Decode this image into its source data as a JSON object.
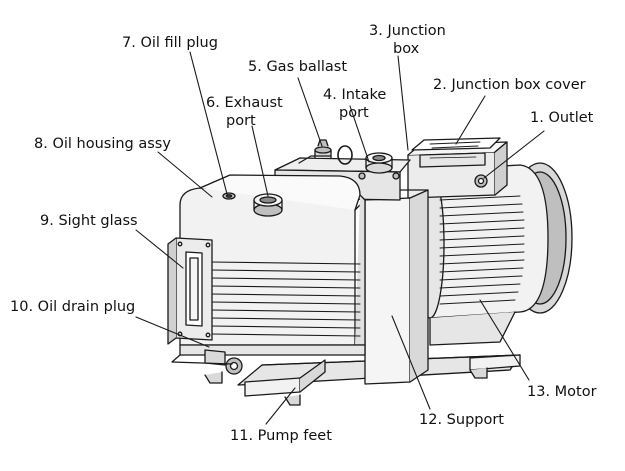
{
  "diagram": {
    "labels": {
      "outlet": "1. Outlet",
      "junction_box_cover": "2. Junction box cover",
      "junction_box_line1": "3. Junction",
      "junction_box_line2": "box",
      "intake_port_line1": "4. Intake",
      "intake_port_line2": "port",
      "gas_ballast": "5. Gas ballast",
      "exhaust_port_line1": "6. Exhaust",
      "exhaust_port_line2": "port",
      "oil_fill_plug": "7. Oil fill plug",
      "oil_housing_assy": "8. Oil housing assy",
      "sight_glass": "9. Sight glass",
      "oil_drain_plug": "10. Oil drain plug",
      "pump_feet": "11. Pump feet",
      "support": "12. Support",
      "motor": "13. Motor"
    },
    "colors": {
      "line": "#1a1a1a",
      "body_fill": "#f2f2f2",
      "shade": "#d9d9d9",
      "dark": "#8c8c8c"
    }
  }
}
